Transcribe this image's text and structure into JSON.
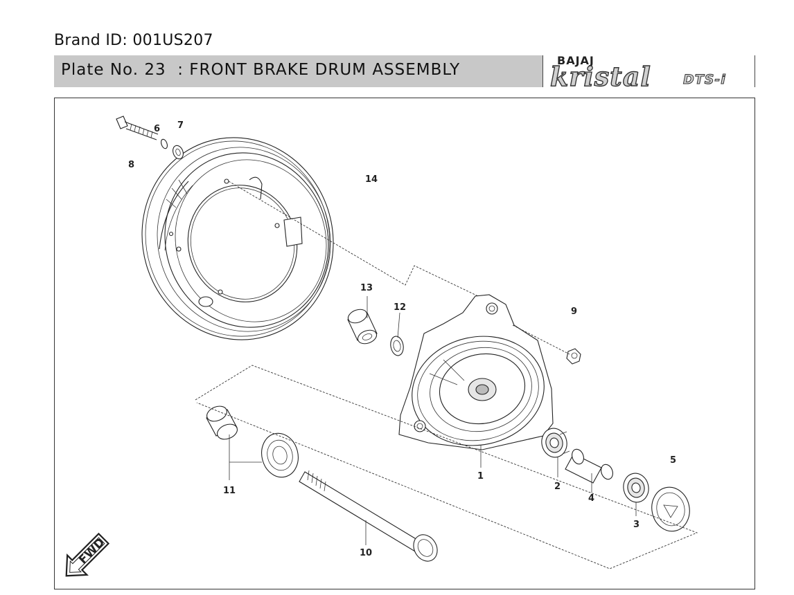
{
  "header": {
    "brand_id": "Brand ID: 001US207",
    "plate_title": "Plate No. 23  : FRONT BRAKE DRUM ASSEMBLY"
  },
  "logo": {
    "make": "BAJAJ",
    "model": "kristal",
    "variant": "DTS-i"
  },
  "callouts": {
    "c1": "1",
    "c2": "2",
    "c3": "3",
    "c4": "4",
    "c5": "5",
    "c6": "6",
    "c7": "7",
    "c8": "8",
    "c9": "9",
    "c10": "10",
    "c11": "11",
    "c12": "12",
    "c13": "13",
    "c14": "14"
  },
  "direction": {
    "label": "FWD"
  }
}
